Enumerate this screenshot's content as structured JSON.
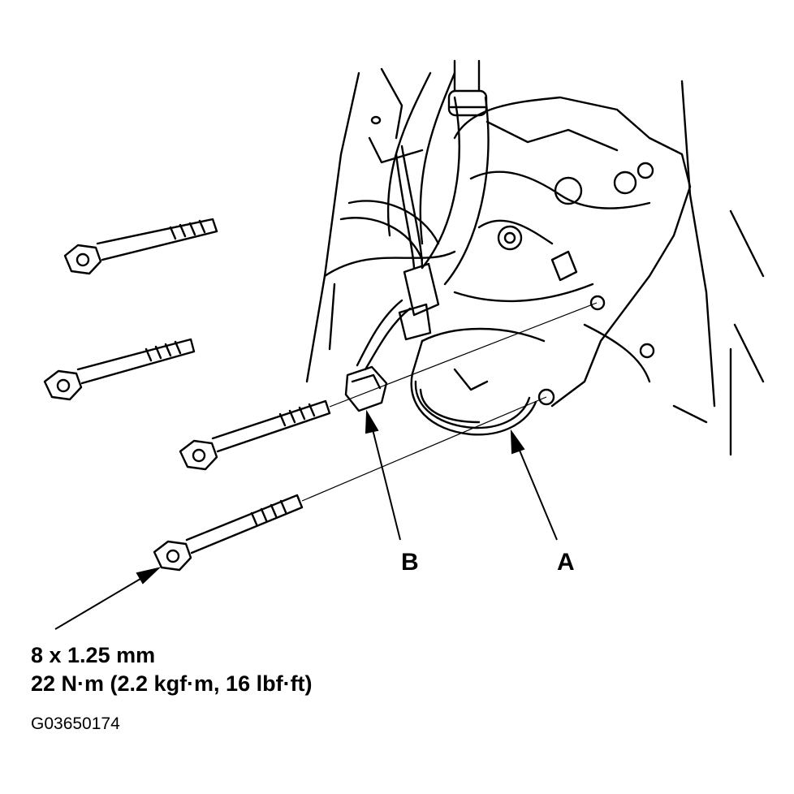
{
  "callouts": {
    "a": "A",
    "b": "B"
  },
  "spec": {
    "size": "8 x 1.25 mm",
    "torque": "22 N·m (2.2 kgf·m, 16 lbf·ft)"
  },
  "figure_id": "G03650174",
  "colors": {
    "ink": "#000000",
    "paper": "#ffffff"
  }
}
